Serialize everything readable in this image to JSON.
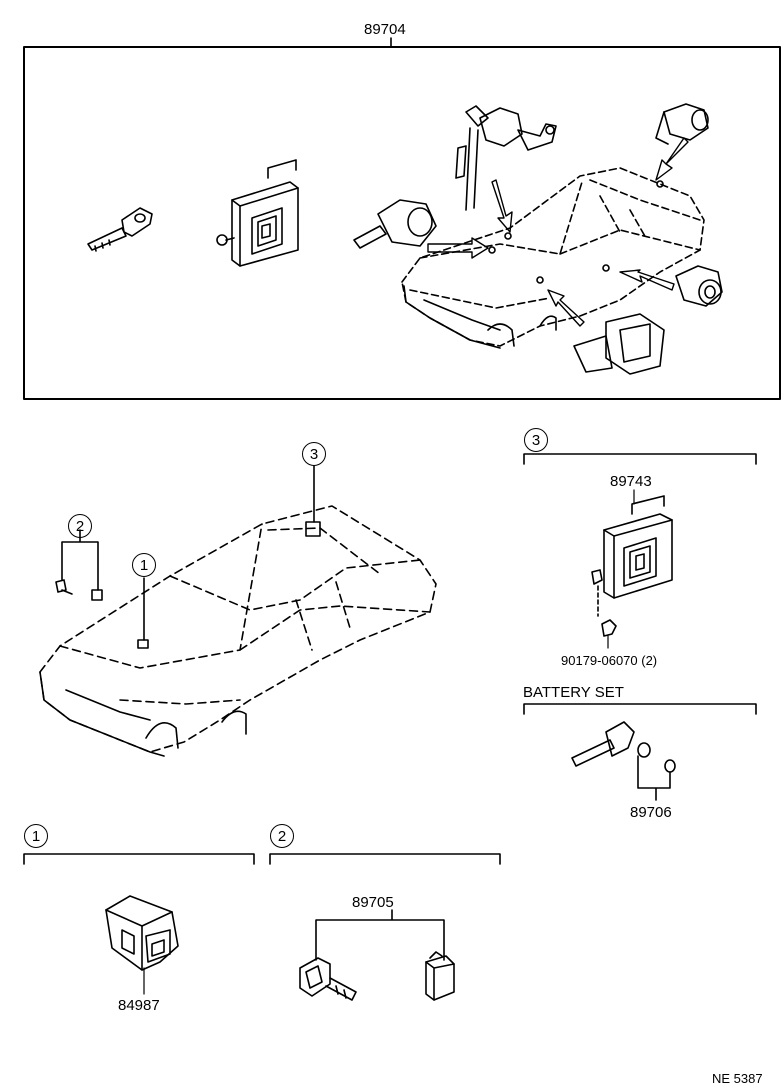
{
  "top_kit": {
    "part_no": "89704"
  },
  "callouts": {
    "c1": "1",
    "c2": "2",
    "c3": "3"
  },
  "section3": {
    "number": "3",
    "module_part": "89743",
    "screw_part": "90179-06070 (2)"
  },
  "battery_set": {
    "title": "BATTERY SET",
    "part": "89706"
  },
  "section1": {
    "number": "1",
    "part": "84987"
  },
  "section2": {
    "number": "2",
    "part": "89705"
  },
  "footer": {
    "code": "NE 5387"
  }
}
